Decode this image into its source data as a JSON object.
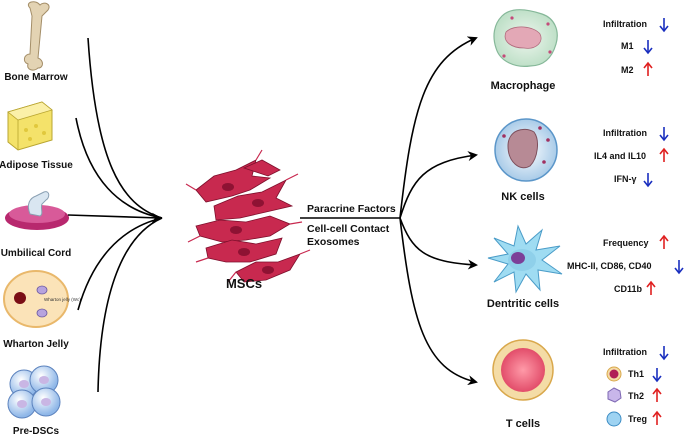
{
  "sources": [
    {
      "label": "Bone Marrow"
    },
    {
      "label": "Adipose Tissue"
    },
    {
      "label": "Umbilical Cord"
    },
    {
      "label": "Wharton Jelly",
      "inner_label": "Wharton jelly (Wc)"
    },
    {
      "label": "Pre-DSCs"
    }
  ],
  "center": {
    "label": "MSCs"
  },
  "mechanisms": {
    "paracrine": "Paracrine Factors",
    "contact": "Cell-cell Contact",
    "exosomes": "Exosomes"
  },
  "targets": [
    {
      "label": "Macrophage",
      "effects": [
        {
          "text": "Infiltration",
          "direction": "down"
        },
        {
          "text": "M1",
          "direction": "down"
        },
        {
          "text": "M2",
          "direction": "up"
        }
      ]
    },
    {
      "label": "NK cells",
      "effects": [
        {
          "text": "Infiltration",
          "direction": "down"
        },
        {
          "text": "IL4 and IL10",
          "direction": "up"
        },
        {
          "text": "IFN-γ",
          "direction": "down"
        }
      ]
    },
    {
      "label": "Dentritic cells",
      "effects": [
        {
          "text": "Frequency",
          "direction": "up"
        },
        {
          "text": "MHC-II, CD86, CD40",
          "direction": "down"
        },
        {
          "text": "CD11b",
          "direction": "up"
        }
      ]
    },
    {
      "label": "T cells",
      "effects": [
        {
          "text": "Infiltration",
          "direction": "down"
        },
        {
          "text": "Th1",
          "direction": "down"
        },
        {
          "text": "Th2",
          "direction": "up"
        },
        {
          "text": "Treg",
          "direction": "up"
        }
      ]
    }
  ],
  "colors": {
    "up": "#e02020",
    "down": "#1a2fbf",
    "line": "#000000"
  }
}
